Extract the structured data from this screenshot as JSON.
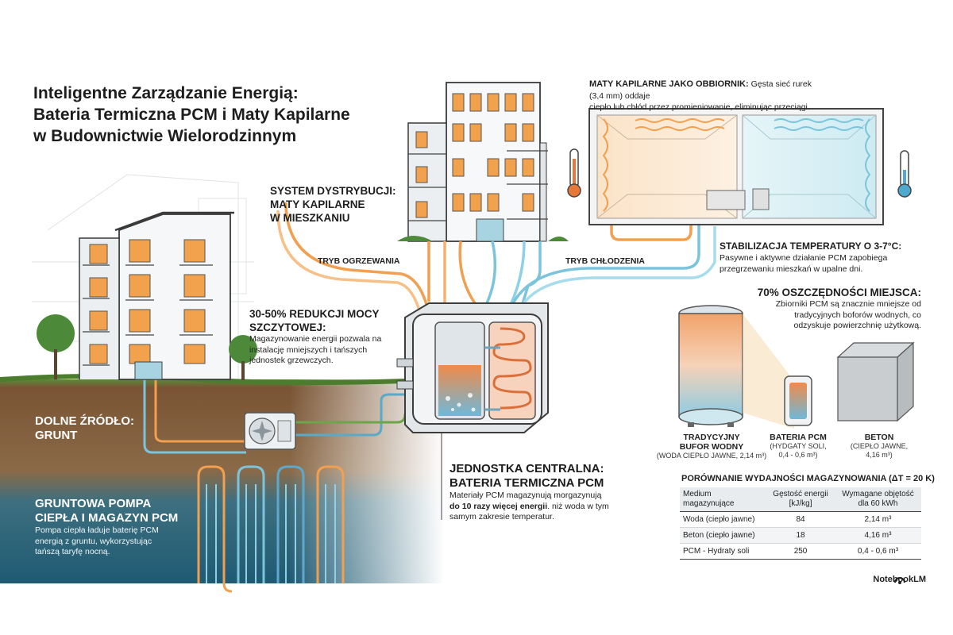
{
  "title": {
    "line1": "Inteligentne Zarządzanie Energią:",
    "line2": "Bateria Termiczna PCM i Maty Kapilarne",
    "line3": "w Budownictwie Wielorodzinnym"
  },
  "maty": {
    "heading": "MATY KAPILARNE JAKO OBBIORNIK:",
    "text1": "Gęsta sieć rurek (3,4 mm) oddaje",
    "text2": "ciepło lub chłód przez promieniowanie, eliminując przeciągi."
  },
  "system": {
    "line1": "SYSTEM DYSTRYBUCJI:",
    "line2": "MATY KAPILARNE",
    "line3": "W MIESZKANIU"
  },
  "tryb": {
    "heating": "TRYB OGRZEWANIA",
    "cooling": "TRYB CHŁODZENIA"
  },
  "stab": {
    "heading": "STABILIZACJA TEMPERATURY O 3-7°C:",
    "text1": "Pasywne i aktywne działanie PCM zapobiega",
    "text2": "przegrzewaniu mieszkań w upalne dni."
  },
  "reduction": {
    "heading1": "30-50% REDUKCJI MOCY",
    "heading2": "SZCZYTOWEJ:",
    "text1": "Magazynowanie energii pozwala na",
    "text2": "instalację mniejszych i tańszych",
    "text3": "jednostek grzewczych."
  },
  "space": {
    "heading": "70% OSZCZĘDNOŚCI MIEJSCA:",
    "text1": "Zbiorniki PCM są znacznie mniejsze od",
    "text2": "tradycyjnych boforów wodnych, co",
    "text3": "odzyskuje powierzchnię użytkową."
  },
  "ground": {
    "line1": "DOLNE ŹRÓDŁO:",
    "line2": "GRUNT"
  },
  "pump": {
    "line1": "GRUNTOWA POMPA",
    "line2": "CIEPŁA I MAGAZYN PCM",
    "text1": "Pompa ciepła ładuje baterię PCM",
    "text2": "energią z gruntu, wykorzystując",
    "text3": "tańszą taryfę nocną."
  },
  "central": {
    "line1": "JEDNOSTKA CENTRALNA:",
    "line2": "BATERIA TERMICZNA PCM",
    "text1": "Materiały PCM magazynują morgazynują",
    "text2_bold": "do 10 razy więcej energii",
    "text2_rest": ". niż woda w tym",
    "text3": "samym zakresie temperatur."
  },
  "tanks": {
    "water_title1": "TRADYCYJNY",
    "water_title2": "BUFOR WODNY",
    "water_sub": "(WODA CIEPŁO JAWNE, 2,14 m³)",
    "pcm_title": "BATERIA PCM",
    "pcm_sub1": "(HYDGATY SOLI,",
    "pcm_sub2": "0,4 - 0,6 m³)",
    "concrete_title": "BETON",
    "concrete_sub1": "(CIEPŁO JAWNE,",
    "concrete_sub2": "4,16 m³)"
  },
  "comparison": {
    "caption": "PORÓWNANIE WYDAJNOŚCI MAGAZYNOWANIA (ΔT = 20 K)",
    "headers": [
      [
        "Medium",
        "magazynujące"
      ],
      [
        "Gęstość energii",
        "[kJ/kg]"
      ],
      [
        "Wymagane objętość",
        "dla 60 kWh"
      ]
    ],
    "rows": [
      [
        "Woda (ciepło jawne)",
        "84",
        "2,14 m³"
      ],
      [
        "Beton (ciepło jawne)",
        "18",
        "4,16 m³"
      ],
      [
        "PCM - Hydraty soli",
        "250",
        "0,4 - 0,6 m³"
      ]
    ]
  },
  "brand": "NotebookLM",
  "colors": {
    "warm": "#f0a050",
    "cool": "#7cc4dc",
    "soil": "#6b4a2c",
    "water": "#2f6f88"
  }
}
